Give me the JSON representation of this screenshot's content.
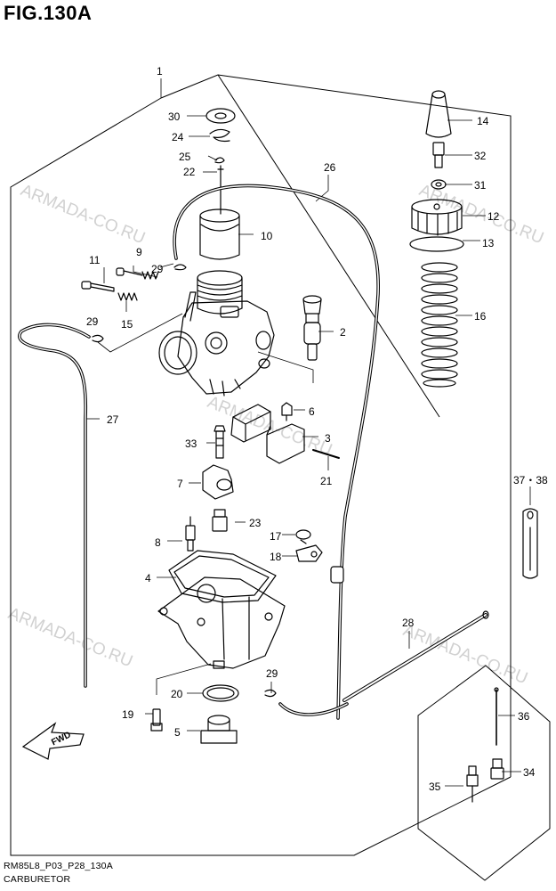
{
  "figure": {
    "title": "FIG.130A",
    "code": "RM85L8_P03_P28_130A",
    "name": "CARBURETOR"
  },
  "watermark": "ARMADA-CO.RU",
  "fwd_label": "FWD",
  "callouts": [
    "1",
    "2",
    "3",
    "4",
    "5",
    "6",
    "7",
    "8",
    "9",
    "10",
    "11",
    "12",
    "13",
    "14",
    "15",
    "16",
    "17",
    "18",
    "19",
    "20",
    "21",
    "22",
    "23",
    "24",
    "25",
    "26",
    "27",
    "28",
    "29",
    "29",
    "29",
    "30",
    "31",
    "32",
    "33",
    "34",
    "35",
    "36",
    "37・38"
  ]
}
